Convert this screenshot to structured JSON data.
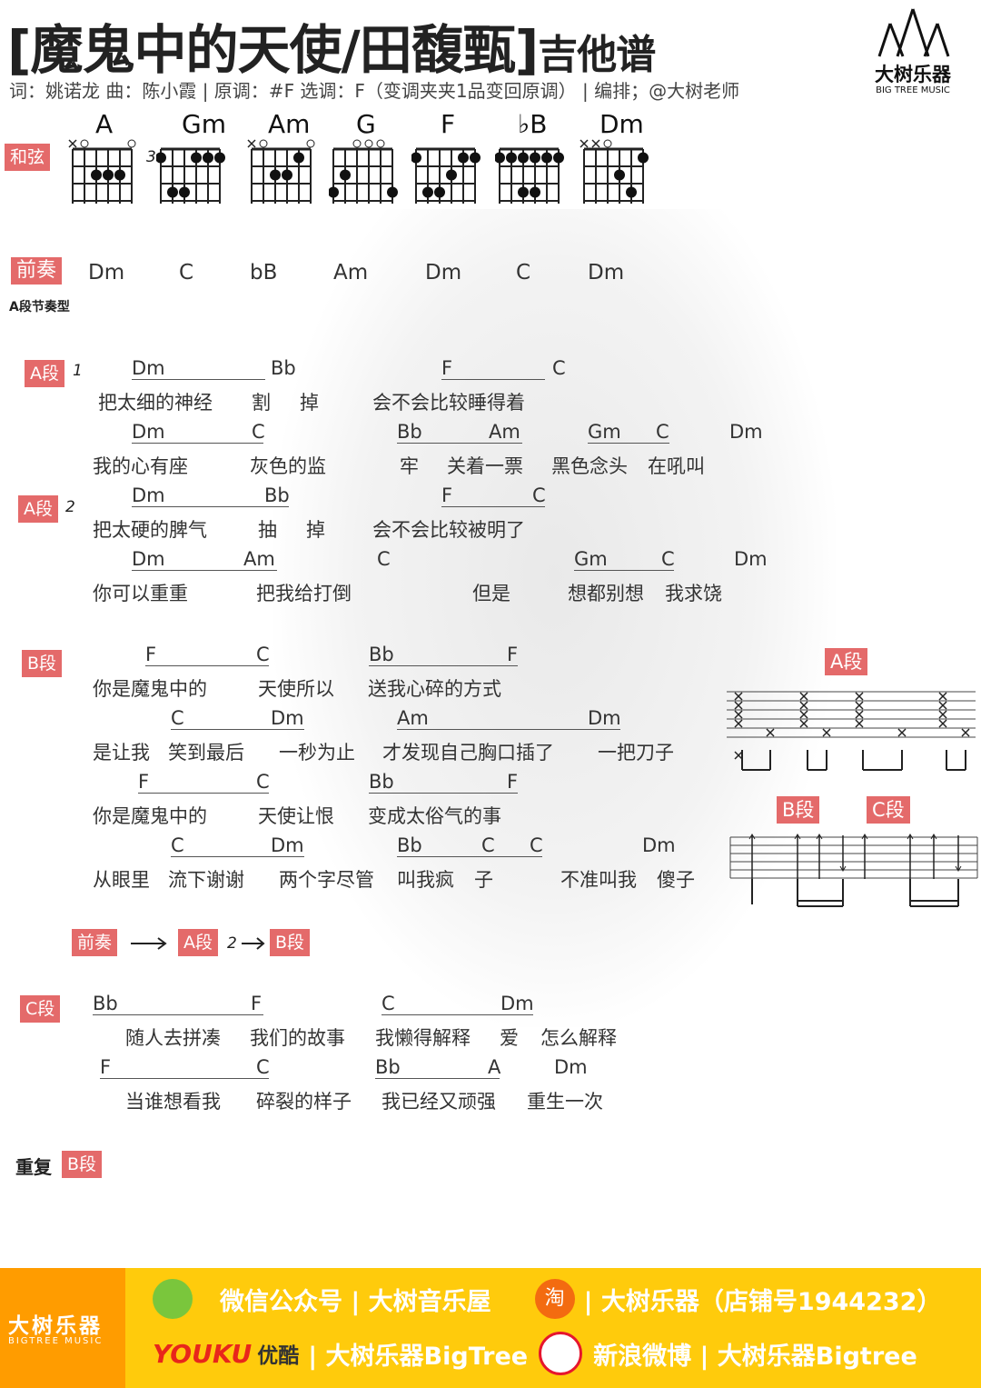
{
  "header": {
    "title": "[魔鬼中的天使/田馥甄]",
    "title_suffix": "吉他谱",
    "meta": "词：姚诺龙 曲：陈小霞 | 原调：#F 选调：F（变调夹夹1品变回原调） | 编排；@大树老师",
    "logo_cn": "大树乐器",
    "logo_en": "BIG TREE MUSIC"
  },
  "chords_label": "和弦",
  "chords": [
    "A",
    "Gm",
    "Am",
    "G",
    "F",
    "♭B",
    "Dm"
  ],
  "gm_fret": "3",
  "intro": {
    "label": "前奏",
    "sub": "A段节奏型",
    "chords": [
      "Dm",
      "C",
      "bB",
      "Am",
      "Dm",
      "C",
      "Dm"
    ]
  },
  "sections": {
    "a1": "A段",
    "a1n": "1",
    "a2": "A段",
    "a2n": "2",
    "b": "B段",
    "c": "C段"
  },
  "lines": [
    {
      "chords": [
        "Dm",
        "Bb",
        "F",
        "C"
      ],
      "lyrics": [
        "把太细的神经",
        "割",
        "掉",
        "会不会比较睡得着"
      ]
    },
    {
      "chords": [
        "Dm",
        "C",
        "Bb",
        "Am",
        "Gm",
        "C",
        "Dm"
      ],
      "lyrics": [
        "我的心有座",
        "灰色的监",
        "牢",
        "关着一票",
        "黑色念头",
        "在吼叫"
      ]
    },
    {
      "chords": [
        "Dm",
        "Bb",
        "F",
        "C"
      ],
      "lyrics": [
        "把太硬的脾气",
        "抽",
        "掉",
        "会不会比较被明了"
      ]
    },
    {
      "chords": [
        "Dm",
        "Am",
        "C",
        "Gm",
        "C",
        "Dm"
      ],
      "lyrics": [
        "你可以重重",
        "把我给打倒",
        "但是",
        "想都别想",
        "我求饶"
      ]
    },
    {
      "chords": [
        "F",
        "C",
        "Bb",
        "F"
      ],
      "lyrics": [
        "你是魔鬼中的",
        "天使所以",
        "送我心碎的方式"
      ]
    },
    {
      "chords": [
        "C",
        "Dm",
        "Am",
        "Dm"
      ],
      "lyrics": [
        "是让我",
        "笑到最后",
        "一秒为止",
        "才发现自己胸口插了",
        "一把刀子"
      ]
    },
    {
      "chords": [
        "F",
        "C",
        "Bb",
        "F"
      ],
      "lyrics": [
        "你是魔鬼中的",
        "天使让恨",
        "变成太俗气的事"
      ]
    },
    {
      "chords": [
        "C",
        "Dm",
        "Bb",
        "C",
        "C",
        "Dm"
      ],
      "lyrics": [
        "从眼里",
        "流下谢谢",
        "两个字尽管",
        "叫我疯",
        "子",
        "不准叫我",
        "傻子"
      ]
    },
    {
      "chords": [
        "Bb",
        "F",
        "C",
        "Dm"
      ],
      "lyrics": [
        "随人去拼凑",
        "我们的故事",
        "我懒得解释",
        "爱",
        "怎么解释"
      ]
    },
    {
      "chords": [
        "F",
        "C",
        "Bb",
        "A",
        "Dm"
      ],
      "lyrics": [
        "当谁想看我",
        "碎裂的样子",
        "我已经又顽强",
        "重生一次"
      ]
    }
  ],
  "flow": {
    "intro": "前奏",
    "a": "A段",
    "a_n": "2",
    "b": "B段"
  },
  "repeat": {
    "label": "重复",
    "section": "B段"
  },
  "tabs": {
    "a": "A段",
    "b": "B段",
    "c": "C段"
  },
  "footer": {
    "brand_cn": "大树乐器",
    "brand_en": "BIGTREE MUSIC",
    "wechat": "微信公众号 | 大树音乐屋",
    "taobao_glyph": "淘",
    "taobao": "| 大树乐器（店铺号1944232）",
    "youku_logo": "YOUKU",
    "youku_cn": "优酷",
    "youku": "| 大树乐器BigTree",
    "weibo": "新浪微博 | 大树乐器Bigtree"
  },
  "colors": {
    "badge": "#e46a6a",
    "footer_yellow": "#ffcb0c",
    "footer_orange": "#ff9c00"
  }
}
